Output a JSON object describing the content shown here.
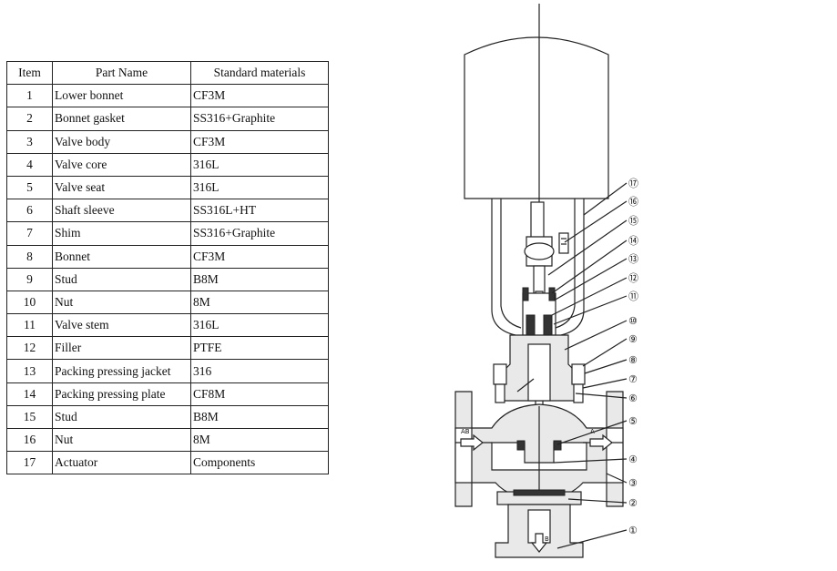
{
  "table": {
    "headers": {
      "item": "Item",
      "name": "Part Name",
      "material": "Standard materials"
    },
    "rows": [
      {
        "item": "1",
        "name": "Lower bonnet",
        "material": "CF3M"
      },
      {
        "item": "2",
        "name": "Bonnet gasket",
        "material": "SS316+Graphite"
      },
      {
        "item": "3",
        "name": "Valve body",
        "material": "CF3M"
      },
      {
        "item": "4",
        "name": "Valve core",
        "material": "316L"
      },
      {
        "item": "5",
        "name": "Valve seat",
        "material": "316L"
      },
      {
        "item": "6",
        "name": "Shaft sleeve",
        "material": "SS316L+HT"
      },
      {
        "item": "7",
        "name": "Shim",
        "material": "SS316+Graphite"
      },
      {
        "item": "8",
        "name": "Bonnet",
        "material": "CF3M"
      },
      {
        "item": "9",
        "name": "Stud",
        "material": "B8M"
      },
      {
        "item": "10",
        "name": "Nut",
        "material": "8M"
      },
      {
        "item": "11",
        "name": "Valve stem",
        "material": "316L"
      },
      {
        "item": "12",
        "name": "Filler",
        "material": "PTFE"
      },
      {
        "item": "13",
        "name": "Packing pressing jacket",
        "material": "316"
      },
      {
        "item": "14",
        "name": "Packing pressing plate",
        "material": "CF8M"
      },
      {
        "item": "15",
        "name": "Stud",
        "material": "B8M"
      },
      {
        "item": "16",
        "name": "Nut",
        "material": "8M"
      },
      {
        "item": "17",
        "name": "Actuator",
        "material": "Components"
      }
    ]
  },
  "diagram": {
    "callouts": [
      "①",
      "②",
      "③",
      "④",
      "⑤",
      "⑥",
      "⑦",
      "⑧",
      "⑨",
      "⑩",
      "⑪",
      "⑫",
      "⑬",
      "⑭",
      "⑮",
      "⑯",
      "⑰"
    ],
    "flow_labels": {
      "inlet": "AB",
      "outlet": "A",
      "bottom": "B"
    }
  }
}
